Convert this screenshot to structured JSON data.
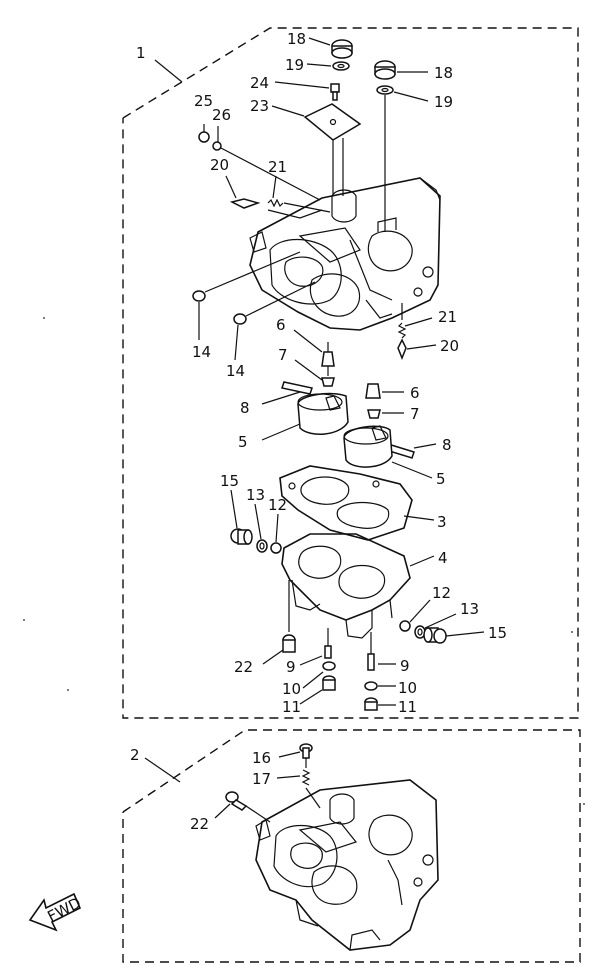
{
  "diagram": {
    "assembly_labels": [
      "1",
      "2"
    ],
    "part_labels": {
      "p18a": "18",
      "p19a": "19",
      "p18b": "18",
      "p19b": "19",
      "p24": "24",
      "p23": "23",
      "p25": "25",
      "p26": "26",
      "p20a": "20",
      "p21a": "21",
      "p14a": "14",
      "p14b": "14",
      "p21b": "21",
      "p20b": "20",
      "p6a": "6",
      "p7a": "7",
      "p8a": "8",
      "p5a": "5",
      "p6b": "6",
      "p7b": "7",
      "p8b": "8",
      "p5b": "5",
      "p3": "3",
      "p15a": "15",
      "p13a": "13",
      "p12a": "12",
      "p4": "4",
      "p12b": "12",
      "p13b": "13",
      "p15b": "15",
      "p22a": "22",
      "p9a": "9",
      "p9b": "9",
      "p10a": "10",
      "p10b": "10",
      "p11a": "11",
      "p11b": "11",
      "p16": "16",
      "p17": "17",
      "p22b": "22"
    },
    "fwd_label": "FWD"
  }
}
